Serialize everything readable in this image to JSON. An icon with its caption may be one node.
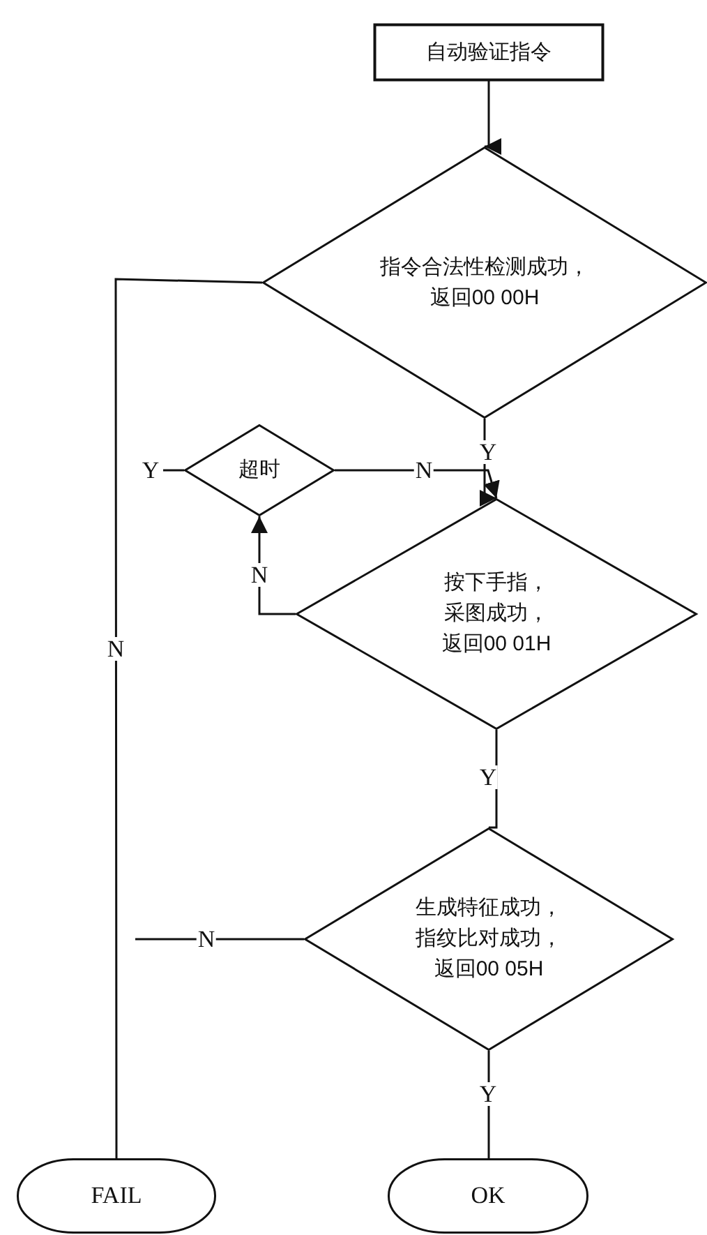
{
  "diagram": {
    "nodes": [
      {
        "text": [
          "自动验证指令"
        ]
      },
      {
        "text": [
          "指令合法性检测成功，返回00 00H"
        ]
      },
      {
        "text": [
          "超时"
        ]
      },
      {
        "text": [
          "按下手指，采图成功，返回00 01H"
        ]
      },
      {
        "text": [
          "生成特征成功，指纹比对成功，返回00 05H"
        ]
      },
      {
        "text": [
          "FAIL"
        ]
      },
      {
        "text": [
          "OK"
        ]
      }
    ],
    "edges": [
      {
        "from": 0,
        "to": 1,
        "arrow": "to"
      },
      {
        "from": 1,
        "to": 3,
        "arrow": "to",
        "label": "Y"
      },
      {
        "from": 1,
        "to": 5,
        "arrow": "none",
        "label": "N"
      },
      {
        "from": 3,
        "to": 2,
        "arrow": "to",
        "label": "N"
      },
      {
        "from": 2,
        "to": 3,
        "arrow": "to",
        "label": "N"
      },
      {
        "from": 2,
        "to": null,
        "arrow": "none",
        "label": "Y"
      },
      {
        "from": 3,
        "to": 4,
        "arrow": "none",
        "label": "Y"
      },
      {
        "from": 4,
        "to": null,
        "arrow": "none",
        "label": "N"
      },
      {
        "from": 4,
        "to": 6,
        "arrow": "none",
        "label": "Y"
      }
    ]
  }
}
